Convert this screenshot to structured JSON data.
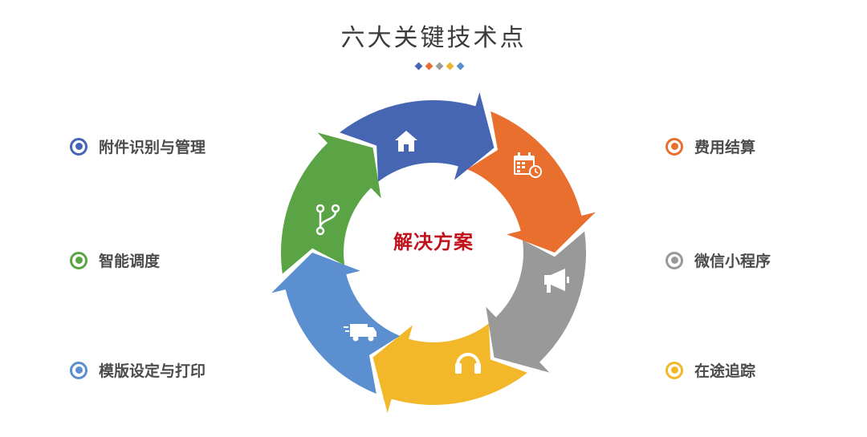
{
  "title": "六大关键技术点",
  "center_label": "解决方案",
  "dot_colors": [
    "#4a67b6",
    "#e46f2e",
    "#9b9b9b",
    "#f0b42a",
    "#5a8fcf"
  ],
  "segments": [
    {
      "icon": "home-icon",
      "color": "#4666b4"
    },
    {
      "icon": "calendar-clock-icon",
      "color": "#e86f2d"
    },
    {
      "icon": "megaphone-icon",
      "color": "#999999"
    },
    {
      "icon": "headphones-icon",
      "color": "#f2b82a"
    },
    {
      "icon": "truck-icon",
      "color": "#5b8fd0"
    },
    {
      "icon": "branch-icon",
      "color": "#5aa445"
    }
  ],
  "left_items": [
    {
      "label": "附件识别与管理",
      "color": "#4666b4"
    },
    {
      "label": "智能调度",
      "color": "#5aa445"
    },
    {
      "label": "模版设定与打印",
      "color": "#5b8fd0"
    }
  ],
  "right_items": [
    {
      "label": "费用结算",
      "color": "#e86f2d"
    },
    {
      "label": "微信小程序",
      "color": "#999999"
    },
    {
      "label": "在途追踪",
      "color": "#f2b82a"
    }
  ]
}
